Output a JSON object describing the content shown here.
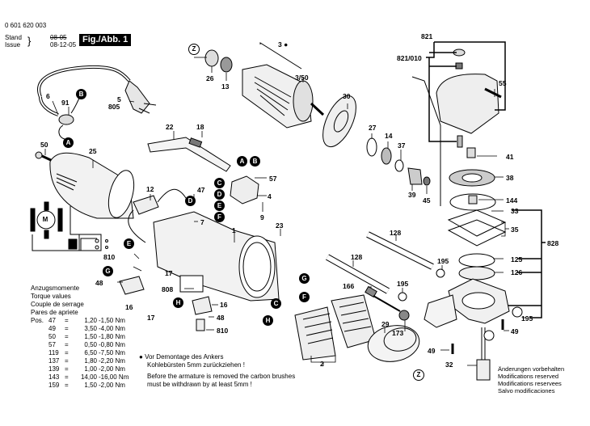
{
  "header": {
    "part_number": "0 601 620 003",
    "stand_label": "Stand",
    "issue_label": "Issue",
    "stand_value": "08-05",
    "issue_value": "08-12-05",
    "figure_label": "Fig./Abb. 1"
  },
  "callouts": {
    "c3": "3",
    "c3_50": "3/50",
    "c26": "26",
    "c13": "13",
    "c30": "30",
    "c27": "27",
    "c14": "14",
    "c37": "37",
    "c39": "39",
    "c45": "45",
    "c821": "821",
    "c821_010": "821/010",
    "c55": "55",
    "c41": "41",
    "c38": "38",
    "c144": "144",
    "c33": "33",
    "c35": "35",
    "c828": "828",
    "c125": "125",
    "c126": "126",
    "c195a": "195",
    "c195b": "195",
    "c195c": "195",
    "c49a": "49",
    "c49b": "49",
    "c32": "32",
    "c128a": "128",
    "c128b": "128",
    "c166": "166",
    "c173": "173",
    "c29": "29",
    "c2": "2",
    "c6": "6",
    "c91": "91",
    "c5": "5",
    "c805": "805",
    "c50": "50",
    "c25": "25",
    "c22": "22",
    "c18": "18",
    "c57": "57",
    "c4": "4",
    "c12": "12",
    "c47": "47",
    "c7": "7",
    "c9": "9",
    "c23": "23",
    "c1": "1",
    "c810a": "810",
    "c48a": "48",
    "c16a": "16",
    "c17a": "17",
    "c17b": "17",
    "c808": "808",
    "c16b": "16",
    "c48b": "48",
    "c810b": "810"
  },
  "markers": {
    "A": "A",
    "B": "B",
    "C": "C",
    "D": "D",
    "E": "E",
    "F": "F",
    "G": "G",
    "H": "H",
    "Z": "Z",
    "M": "M"
  },
  "torque": {
    "title_de": "Anzugsmomente",
    "title_en": "Torque values",
    "title_fr": "Couple de serrage",
    "title_es": "Pares de apriete",
    "pos_label": "Pos.",
    "rows": [
      {
        "pos": "47",
        "min": "1,20",
        "max": "1,50 Nm"
      },
      {
        "pos": "49",
        "min": "3,50",
        "max": "4,00 Nm"
      },
      {
        "pos": "50",
        "min": "1,50",
        "max": "1,80 Nm"
      },
      {
        "pos": "57",
        "min": "0,50",
        "max": "0,80 Nm"
      },
      {
        "pos": "119",
        "min": "6,50",
        "max": "7,50 Nm"
      },
      {
        "pos": "137",
        "min": "1,80",
        "max": "2,20 Nm"
      },
      {
        "pos": "139",
        "min": "1,00",
        "max": "2,00 Nm"
      },
      {
        "pos": "143",
        "min": "14,00",
        "max": "16,00 Nm"
      },
      {
        "pos": "159",
        "min": "1,50",
        "max": "2,00 Nm"
      }
    ]
  },
  "notes": {
    "bullet": "●",
    "de_line1": "Vor Demontage des Ankers",
    "de_line2": "Kohlebürsten 5mm zurückziehen !",
    "en_line1": "Before the armature is removed the carbon brushes",
    "en_line2": "must be withdrawn by at least 5mm !"
  },
  "modifications": {
    "de": "Änderungen vorbehalten",
    "en": "Modifications reserved",
    "fr": "Modifications reservees",
    "es": "Salvo modificaciones"
  }
}
